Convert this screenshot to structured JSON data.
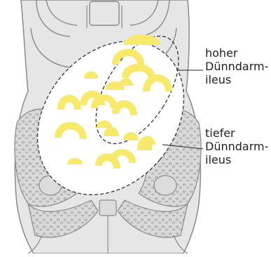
{
  "labels": {
    "upper": [
      "hoher",
      "Dünndarm-",
      "ileus"
    ],
    "lower": [
      "tiefer",
      "Dünndarm-",
      "ileus"
    ]
  },
  "colors": {
    "body": "#e6e6e6",
    "outline": "#8a8a8a",
    "bone": "#cfcfcf",
    "loops": "#f7ea6a",
    "dash": "#333333"
  }
}
